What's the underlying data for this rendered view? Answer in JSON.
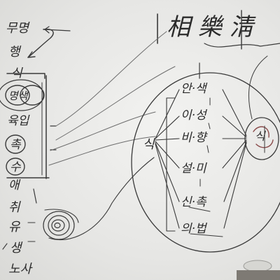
{
  "whiteboard": {
    "title_text": "相 樂 淸",
    "left_column": [
      "무명",
      "행",
      "식",
      "명색",
      "육입",
      "촉",
      "수",
      "애",
      "취",
      "유",
      "생",
      "노사"
    ],
    "center_column": [
      "안·색",
      "이·성",
      "비·향",
      "설·미",
      "신·촉",
      "의·법"
    ],
    "left_node": "식",
    "right_node": "식"
  }
}
